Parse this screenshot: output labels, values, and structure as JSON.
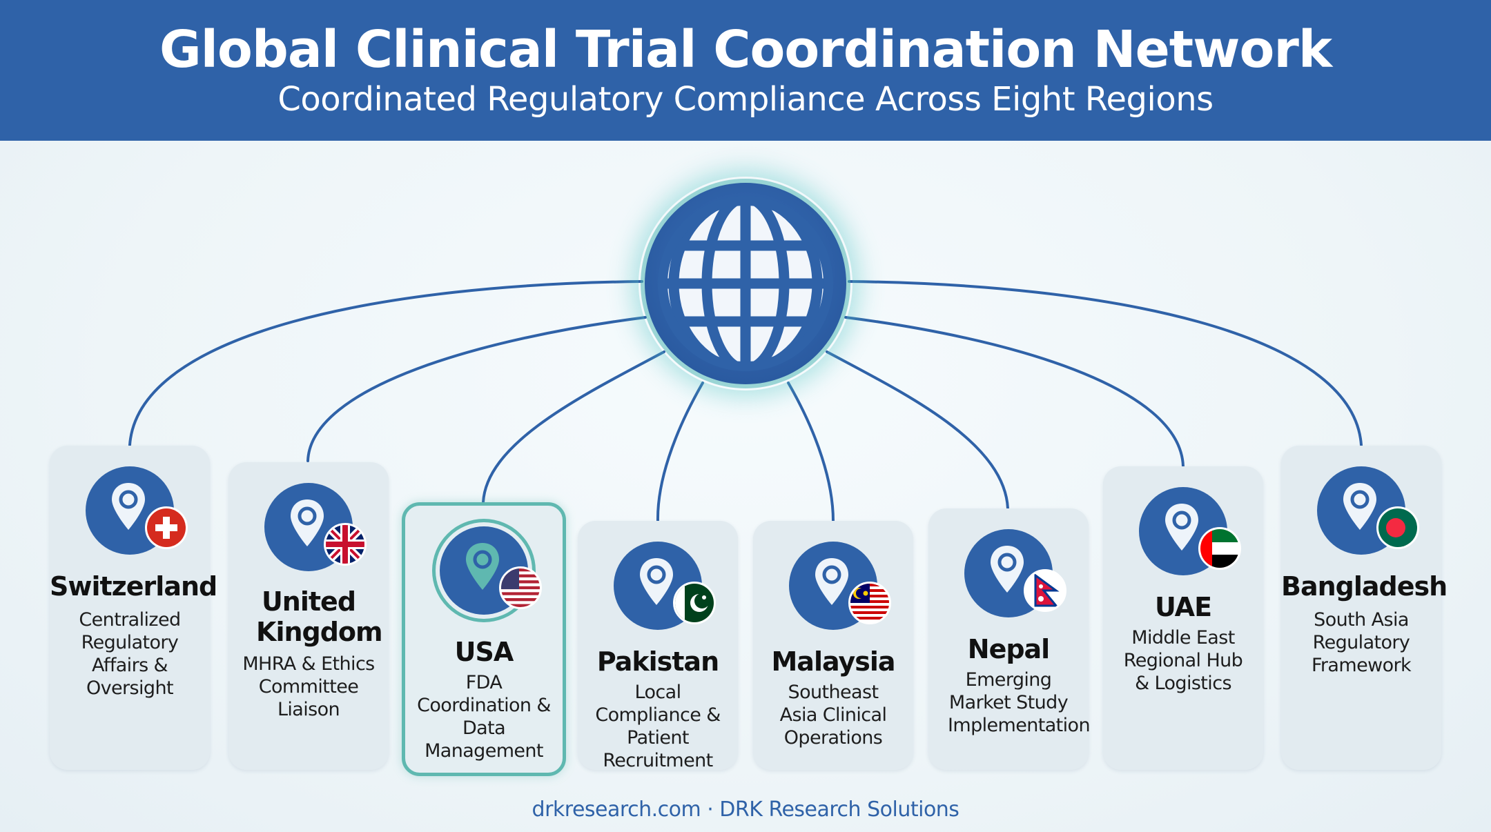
{
  "header": {
    "title": "Global Clinical Trial Coordination Network",
    "subtitle": "Coordinated Regulatory Compliance Across Eight Regions"
  },
  "hub": {
    "icon": "globe-icon"
  },
  "regions": [
    {
      "name": "Switzerland",
      "description": "Centralized Regulatory Affairs & Oversight",
      "flag": "switzerland-flag-icon",
      "active": false
    },
    {
      "name": "United Kingdom",
      "description": "MHRA & Ethics Committee Liaison",
      "flag": "uk-flag-icon",
      "active": false
    },
    {
      "name": "USA",
      "description": "FDA Coordination & Data Management",
      "flag": "usa-flag-icon",
      "active": true
    },
    {
      "name": "Pakistan",
      "description": "Local Compliance & Patient Recruitment",
      "flag": "pakistan-flag-icon",
      "active": false
    },
    {
      "name": "Malaysia",
      "description": "Southeast Asia Clinical Operations",
      "flag": "malaysia-flag-icon",
      "active": false
    },
    {
      "name": "Nepal",
      "description": "Emerging Market Study Implementation",
      "flag": "nepal-flag-icon",
      "active": false
    },
    {
      "name": "UAE",
      "description": "Middle East Regional Hub & Logistics",
      "flag": "uae-flag-icon",
      "active": false
    },
    {
      "name": "Bangladesh",
      "description": "South Asia Regulatory Framework",
      "flag": "bangladesh-flag-icon",
      "active": false
    }
  ],
  "footer": {
    "text": "drkresearch.com · DRK Research Solutions"
  },
  "colors": {
    "primary": "#2f62a8",
    "accent": "#5fb8b0",
    "card": "#e2ebf0"
  }
}
